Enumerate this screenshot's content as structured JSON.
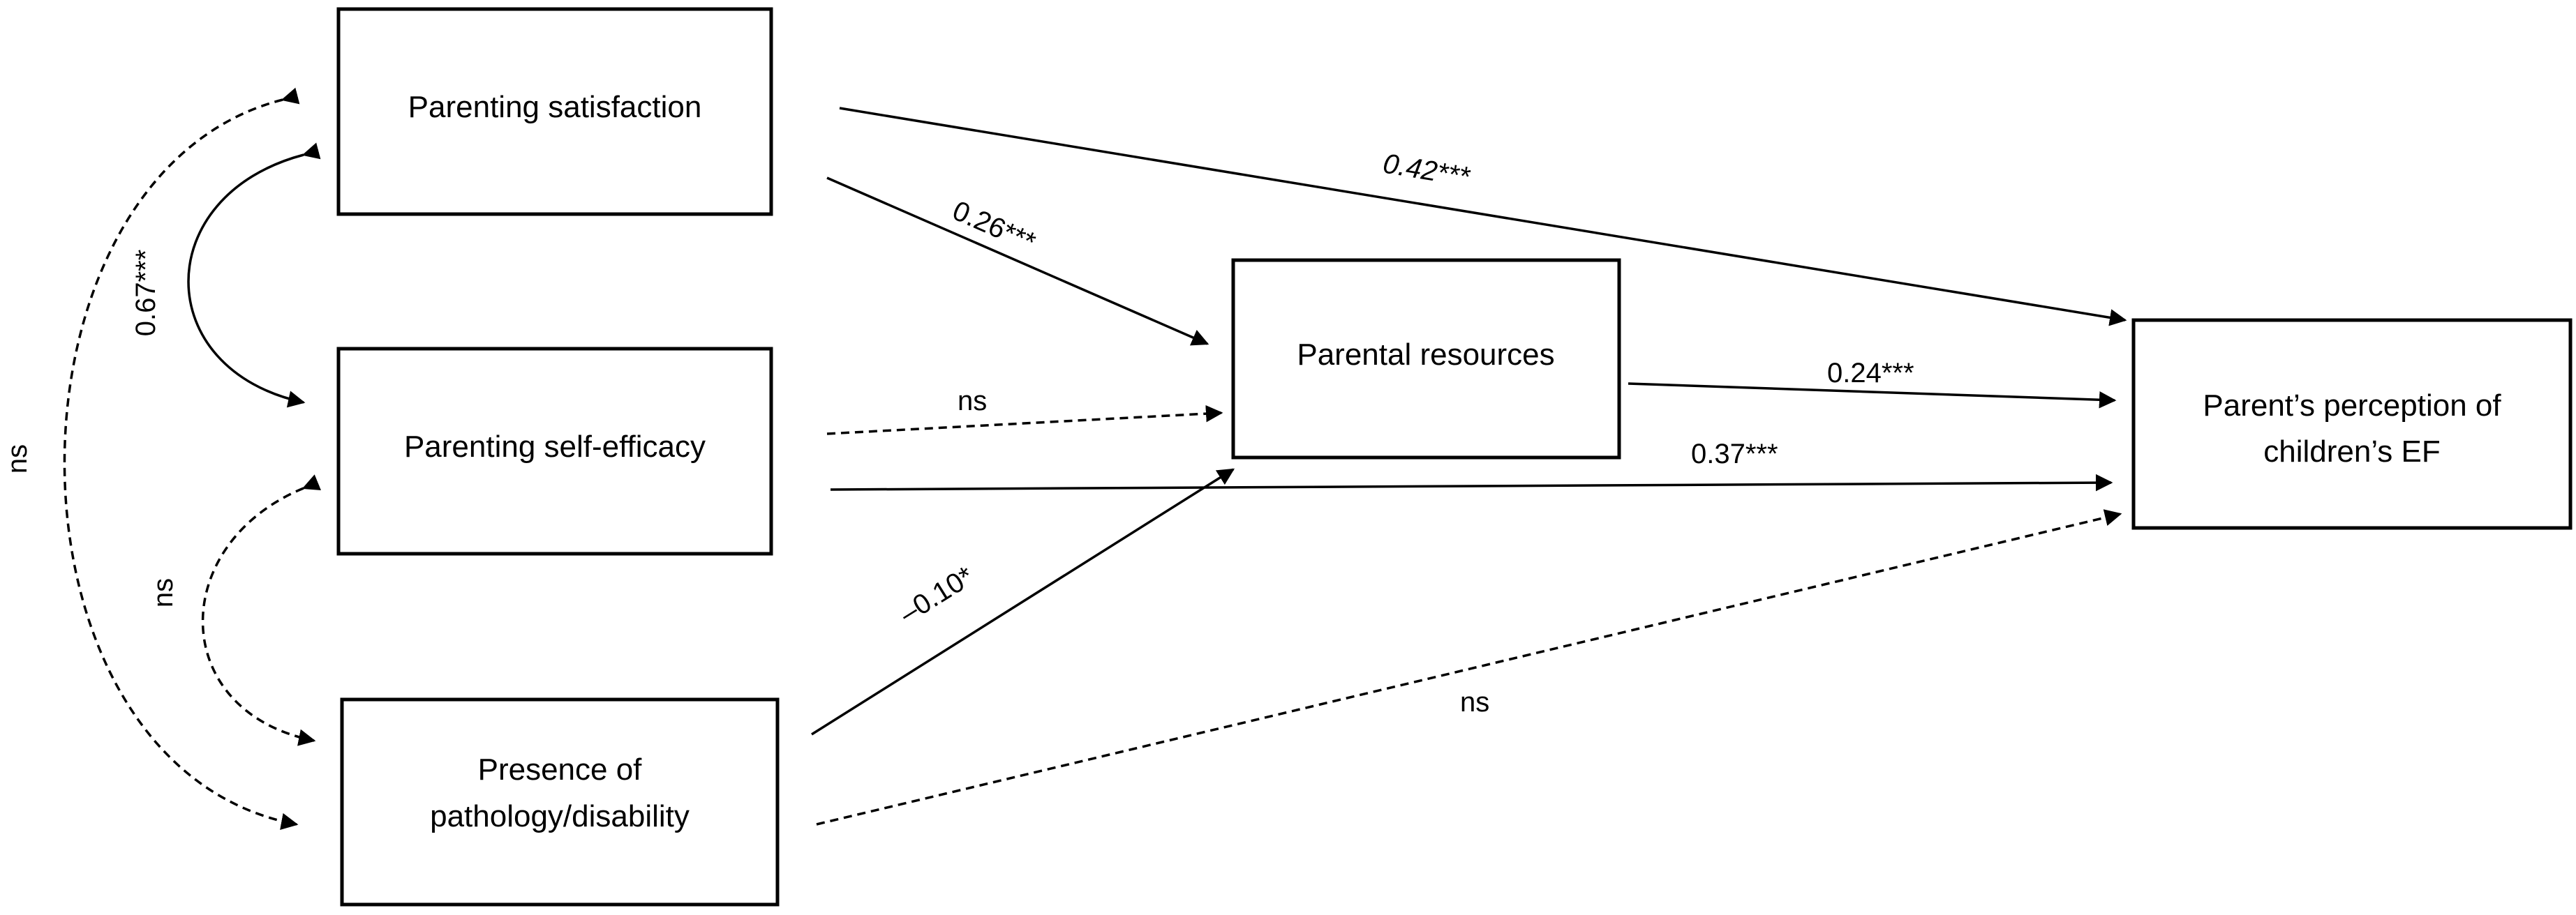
{
  "nodes": {
    "parenting_satisfaction": {
      "lines": [
        "Parenting satisfaction"
      ]
    },
    "parenting_self_efficacy": {
      "lines": [
        "Parenting self-efficacy"
      ]
    },
    "presence_of_pathology": {
      "lines": [
        "Presence of",
        "pathology/disability"
      ]
    },
    "parental_resources": {
      "lines": [
        "Parental resources"
      ]
    },
    "perception_ef": {
      "lines": [
        "Parent’s perception of",
        "children’s EF"
      ]
    }
  },
  "paths": {
    "satisfaction_to_perception": "0.42***",
    "satisfaction_to_resources": "0.26***",
    "selfefficacy_to_resources": "ns",
    "pathology_to_resources": "–0.10*",
    "resources_to_perception": "0.24***",
    "selfefficacy_to_perception": "0.37***",
    "pathology_to_perception": "ns"
  },
  "covariances": {
    "satisfaction_selfefficacy": "0.67***",
    "selfefficacy_pathology": "ns",
    "satisfaction_pathology": "ns"
  }
}
